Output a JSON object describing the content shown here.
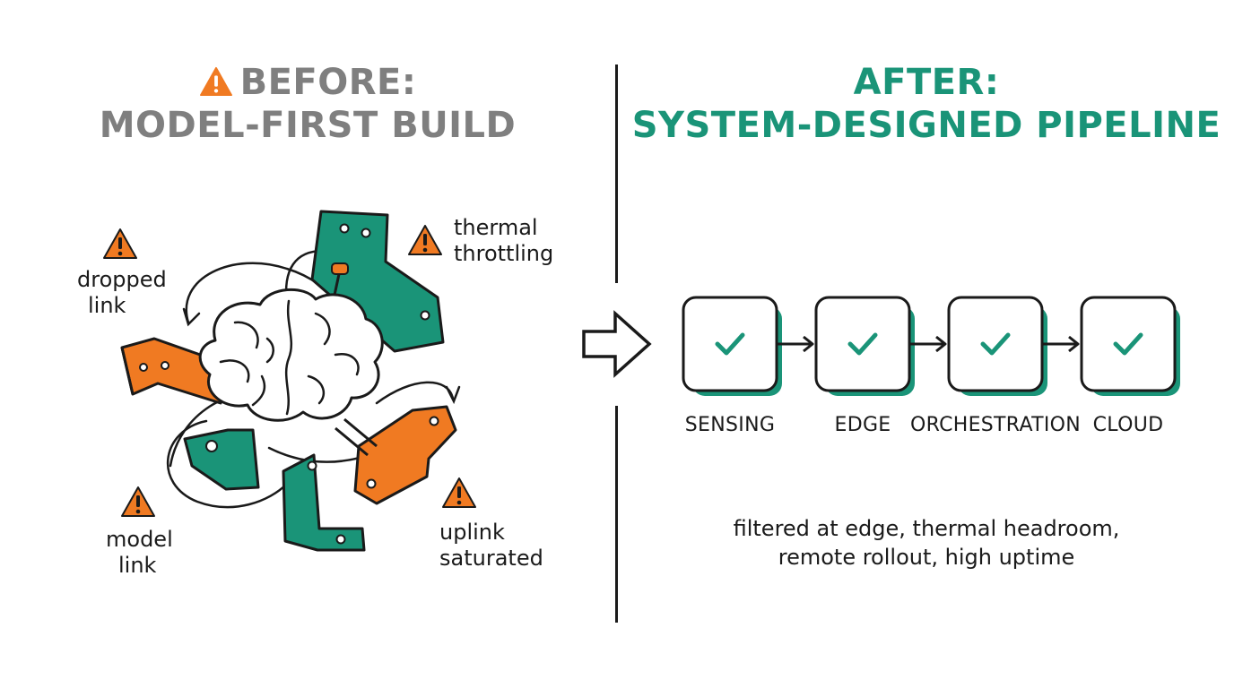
{
  "before": {
    "title_line1": "BEFORE:",
    "title_line2": "MODEL-FIRST BUILD",
    "issues": [
      {
        "line1": "dropped",
        "line2": "link"
      },
      {
        "line1": "thermal",
        "line2": "throttling"
      },
      {
        "line1": "model",
        "line2": "link"
      },
      {
        "line1": "uplink",
        "line2": "saturated"
      }
    ]
  },
  "after": {
    "title_line1": "AFTER:",
    "title_line2": "SYSTEM-DESIGNED PIPELINE",
    "stages": [
      "SENSING",
      "EDGE",
      "ORCHESTRATION",
      "CLOUD"
    ],
    "summary_line1": "filtered at edge, thermal headroom,",
    "summary_line2": "remote rollout, high uptime"
  },
  "icons": {
    "warning": "warning-triangle-icon",
    "brain": "brain-icon",
    "arrow": "right-arrow-icon",
    "check": "check-icon"
  },
  "colors": {
    "teal": "#1a9478",
    "teal_dark": "#137560",
    "orange": "#f07a22",
    "gray": "#7f7f7f",
    "ink": "#1a1a1a"
  }
}
